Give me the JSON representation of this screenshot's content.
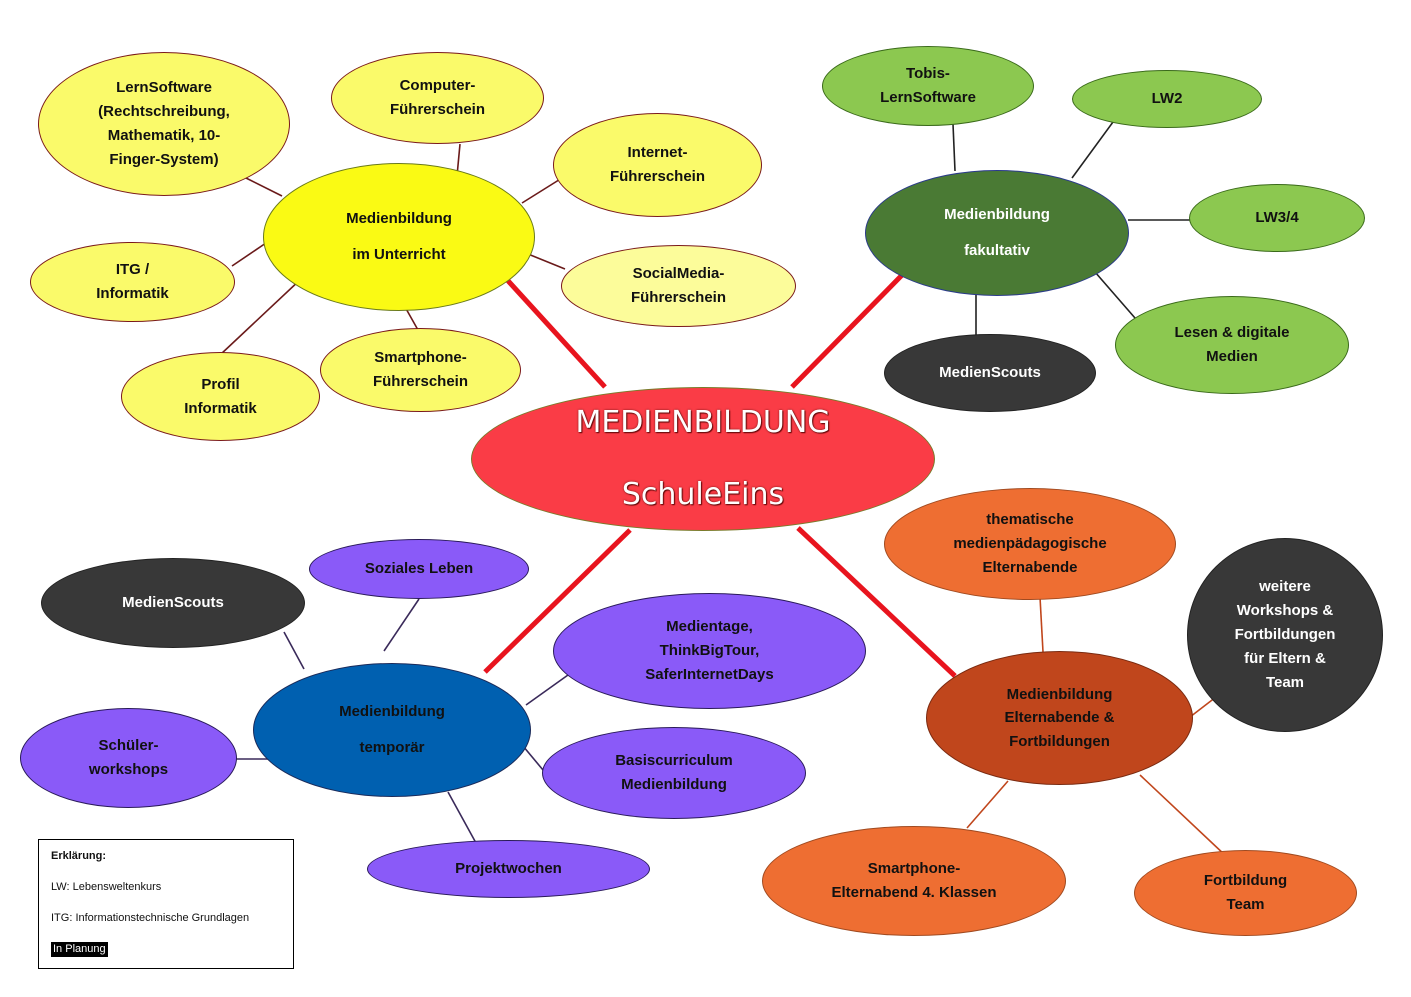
{
  "center": {
    "line1": "MEDIENBILDUNG",
    "line2": "SchuleEins",
    "color": "#fa3c46"
  },
  "branches": {
    "unterricht": {
      "hub": "Medienbildung\nim Unterricht",
      "color": "#fafa14",
      "children": [
        "LernSoftware\n(Rechtschreibung,\nMathematik, 10-\nFinger-System)",
        "Computer-\nFührerschein",
        "Internet-\nFührerschein",
        "SocialMedia-\nFührerschein",
        "ITG /\nInformatik",
        "Profil\nInformatik",
        "Smartphone-\nFührerschein"
      ]
    },
    "fakultativ": {
      "hub": "Medienbildung\nfakultativ",
      "color": "#4a7a34",
      "children": [
        "Tobis-\nLernSoftware",
        "LW2",
        "LW3/4",
        "Lesen & digitale\nMedien",
        "MedienScouts"
      ]
    },
    "temporaer": {
      "hub": "Medienbildung\ntemporär",
      "color": "#0060b0",
      "children": [
        "MedienScouts",
        "Soziales Leben",
        "Medientage,\nThinkBigTour,\nSaferInternetDays",
        "Basiscurriculum\nMedienbildung",
        "Projektwochen",
        "Schüler-\nworkshops"
      ]
    },
    "eltern": {
      "hub": "Medienbildung\nElternabende &\nFortbildungen",
      "color": "#c0461c",
      "children": [
        "thematische\nmedienpädagogische\nElternabende",
        "weitere\nWorkshops &\nFortbildungen\nfür Eltern &\nTeam",
        "Smartphone-\nElternabend 4. Klassen",
        "Fortbildung\nTeam"
      ]
    }
  },
  "legend": {
    "title": "Erklärung:",
    "lw_key": "LW",
    "lw_text": ": Lebensweltenkurs",
    "itg_key": "ITG",
    "itg_text": ": Informationstechnische Grundlagen",
    "planning": "In Planung"
  },
  "colors": {
    "yellow": "#fafa6a",
    "light_yellow": "#fcfc9a",
    "light_green": "#8cc850",
    "dark_gray": "#383838",
    "purple": "#8a5af8",
    "orange": "#ee6e32",
    "main_edge": "#e8141e"
  }
}
